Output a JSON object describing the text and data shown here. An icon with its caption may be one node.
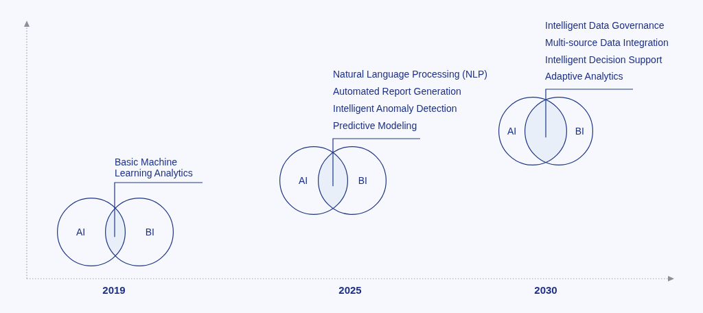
{
  "diagram": {
    "nodes": [
      {
        "text": [
          "Basic Machine Learning Analytics"
        ]
      },
      {
        "text": [
          "AI"
        ]
      },
      {
        "text": [
          "BI"
        ]
      },
      {
        "text": [],
        "shape": "lens"
      },
      {
        "text": [
          "Natural Language Processing (NLP)",
          "Automated Report Generation",
          "Intelligent Anomaly Detection",
          "Predictive Modeling"
        ]
      },
      {
        "text": [
          "AI"
        ]
      },
      {
        "text": [
          "BI"
        ]
      },
      {
        "text": [],
        "shape": "lens"
      },
      {
        "text": [
          "Intelligent Data Governance",
          "Multi-source Data Integration",
          "Intelligent Decision Support",
          "Adaptive Analytics"
        ]
      },
      {
        "text": [
          "AI"
        ]
      },
      {
        "text": [
          "BI"
        ]
      },
      {
        "text": [],
        "shape": "lens"
      }
    ],
    "edges": [
      {
        "from": 0,
        "to": 3,
        "arrow": "none"
      },
      {
        "from": 4,
        "to": 7,
        "arrow": "none"
      },
      {
        "from": 8,
        "to": 11,
        "arrow": "none"
      }
    ],
    "labels": [
      "2019",
      "2025",
      "2030"
    ]
  }
}
